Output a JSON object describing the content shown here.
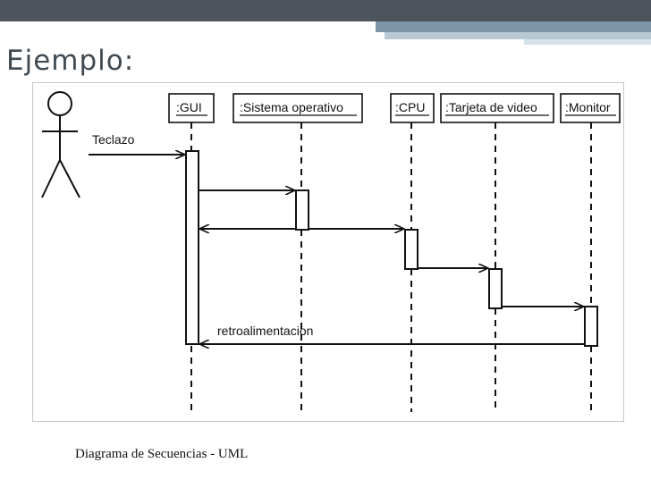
{
  "title": "Ejemplo:",
  "caption": "Diagrama de Secuencias - UML",
  "diagram": {
    "objects": [
      ":GUI",
      ":Sistema operativo",
      ":CPU",
      ":Tarjeta de video",
      ":Monitor"
    ],
    "messages": [
      "Teclazo",
      "retroalimentacion"
    ]
  }
}
